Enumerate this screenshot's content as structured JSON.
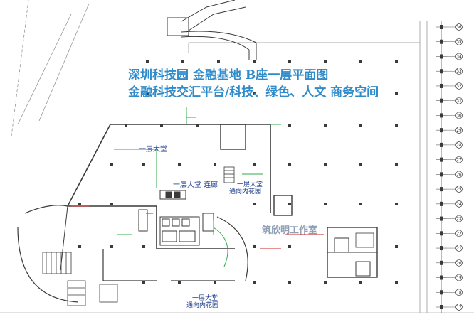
{
  "title": {
    "line1": "深圳科技园  金融基地  B座一层平面图",
    "line2": "金融科技交汇平台/科技、绿色、人文  商务空间"
  },
  "rooms": {
    "lobby": "一层大堂",
    "lobby_corridor": "一层大堂  连廊",
    "lobby_garden_north_1": "一层大堂",
    "lobby_garden_north_2": "通向内花园",
    "lobby_garden_south_1": "一层大堂",
    "lobby_garden_south_2": "通向内花园"
  },
  "watermark": "筑欣明工作室",
  "grid_axis": {
    "labels": [
      "36",
      "35",
      "34",
      "33",
      "32",
      "31",
      "30",
      "29",
      "28",
      "27",
      "26",
      "25",
      "24",
      "23",
      "22",
      "21",
      "20",
      "19",
      "18",
      "17"
    ]
  },
  "colors": {
    "title": "#2f8bc9",
    "label": "#1f3f8a",
    "wall": "#3a3a3a",
    "green_line": "#2fae4a",
    "red_line": "#d02020",
    "column": "#3a3a3a",
    "dim_line": "#7a7a7a"
  }
}
